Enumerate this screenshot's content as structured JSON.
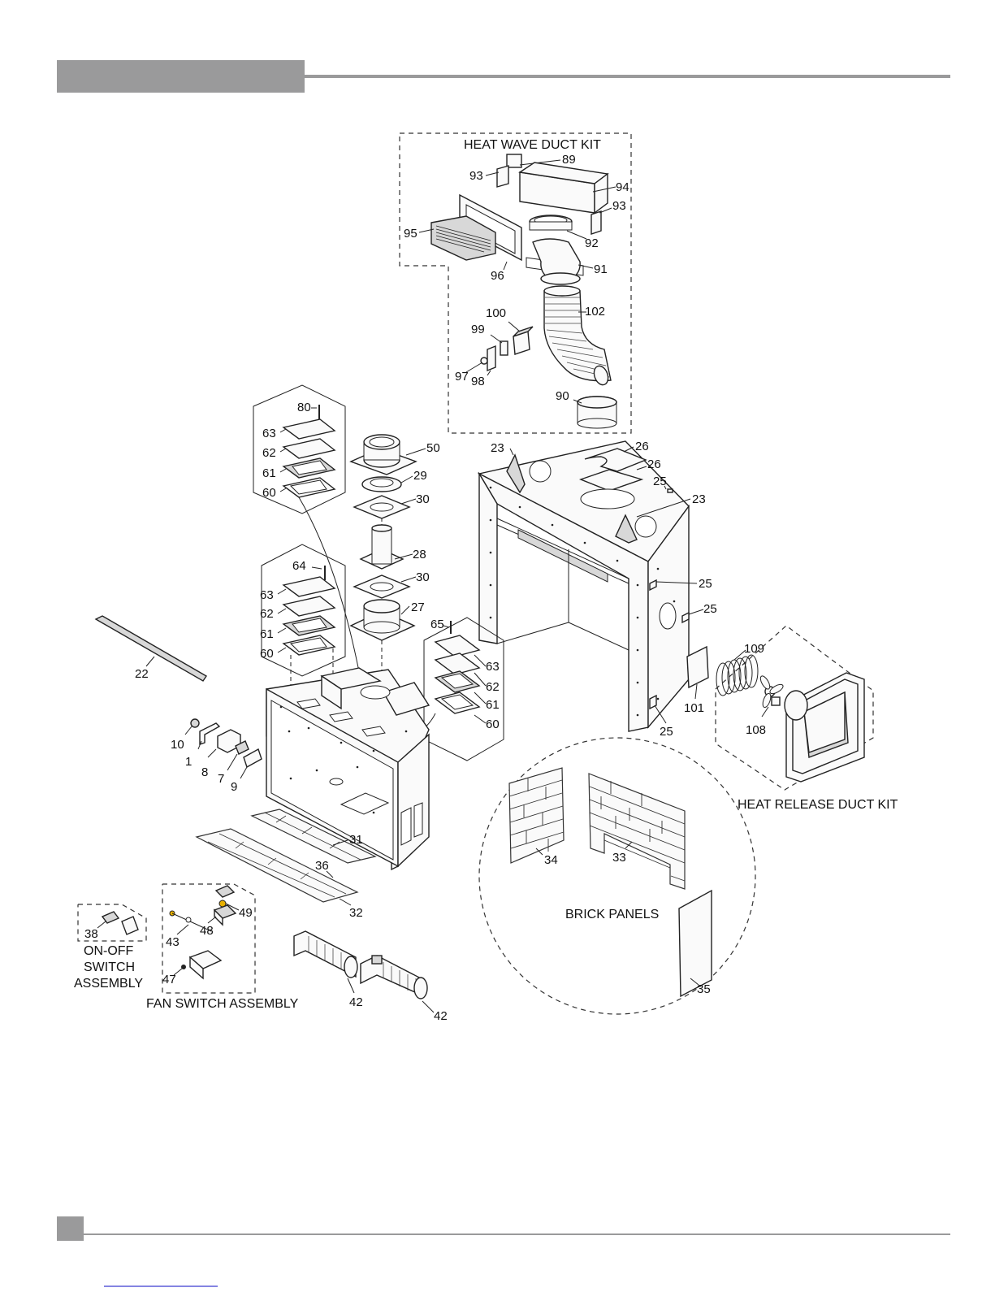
{
  "header": {
    "band_color": "#9a9a9b",
    "line_color": "#9a9a9b",
    "footer_tab_color": "#9a9a9b",
    "footer_line_color": "#9a9a9b",
    "link_color": "#3b3bd0"
  },
  "kits": {
    "heat_wave": "HEAT WAVE DUCT KIT",
    "heat_release": "HEAT RELEASE DUCT KIT",
    "brick_panels": "BRICK PANELS",
    "fan_switch": "FAN SWITCH ASSEMBLY",
    "onoff_1": "ON-OFF",
    "onoff_2": "SWITCH",
    "onoff_3": "ASSEMBLY"
  },
  "parts": {
    "p1": "1",
    "p7": "7",
    "p8": "8",
    "p9": "9",
    "p10": "10",
    "p22": "22",
    "p23a": "23",
    "p23b": "23",
    "p25a": "25",
    "p25b": "25",
    "p25c": "25",
    "p25d": "25",
    "p26a": "26",
    "p26b": "26",
    "p27": "27",
    "p28": "28",
    "p29": "29",
    "p30a": "30",
    "p30b": "30",
    "p31": "31",
    "p32": "32",
    "p33": "33",
    "p34": "34",
    "p35": "35",
    "p36": "36",
    "p38": "38",
    "p42a": "42",
    "p42b": "42",
    "p43": "43",
    "p47": "47",
    "p48": "48",
    "p49": "49",
    "p50": "50",
    "p60a": "60",
    "p60b": "60",
    "p60c": "60",
    "p61a": "61",
    "p61b": "61",
    "p61c": "61",
    "p62a": "62",
    "p62b": "62",
    "p62c": "62",
    "p63a": "63",
    "p63b": "63",
    "p63c": "63",
    "p64": "64",
    "p65": "65",
    "p80": "80",
    "p89": "89",
    "p90": "90",
    "p91": "91",
    "p92": "92",
    "p93a": "93",
    "p93b": "93",
    "p94": "94",
    "p95": "95",
    "p96": "96",
    "p97": "97",
    "p98": "98",
    "p99": "99",
    "p100": "100",
    "p101": "101",
    "p102": "102",
    "p108": "108",
    "p109": "109"
  }
}
